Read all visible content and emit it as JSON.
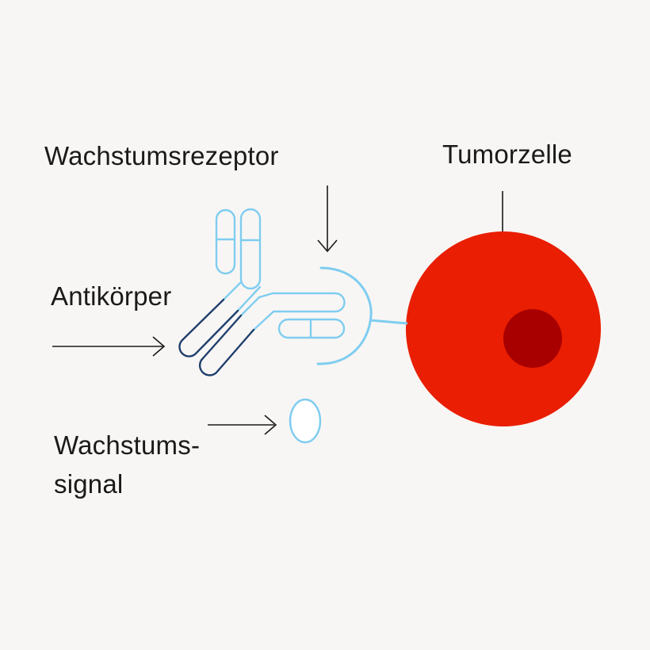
{
  "labels": {
    "growth_receptor": "Wachstumsrezeptor",
    "tumor_cell": "Tumorzelle",
    "antibody": "Antikörper",
    "growth_signal_line1": "Wachstums-",
    "growth_signal_line2": "signal"
  },
  "colors": {
    "background": "#f8f6f4",
    "light_blue": "#7fcdf0",
    "dark_blue": "#1f3f6e",
    "tumor_red": "#e91e02",
    "nucleus_red": "#a80000",
    "arrow": "#1a1a1a"
  }
}
